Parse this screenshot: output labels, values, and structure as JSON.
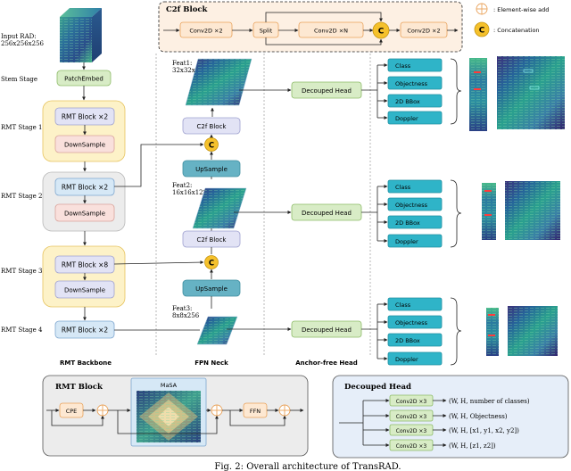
{
  "c2f": {
    "title": "C2f Block",
    "conv_a": "Conv2D ×2",
    "split": "Split",
    "conv_n": "Conv2D ×N",
    "concat": "C",
    "conv_b": "Conv2D ×2"
  },
  "legend": {
    "add_label": ": Element-wise add",
    "concat_symbol": "C",
    "concat_label": ": Concatenation"
  },
  "backbone": {
    "input_label_1": "Input RAD:",
    "input_label_2": "256x256x256",
    "stage_labels": [
      "Stem Stage",
      "RMT Stage 1",
      "RMT Stage 2",
      "RMT Stage 3",
      "RMT Stage 4"
    ],
    "patch_embed": "PatchEmbed",
    "rmt_blocks": [
      "RMT Block ×2",
      "RMT Block ×2",
      "RMT Block ×8",
      "RMT Block ×2"
    ],
    "down_samples": [
      "DownSample",
      "DownSample",
      "DownSample"
    ],
    "section_label": "RMT  Backbone"
  },
  "neck": {
    "feat1": [
      "Feat1:",
      "32x32x64"
    ],
    "feat2": [
      "Feat2:",
      "16x16x128"
    ],
    "feat3": [
      "Feat3:",
      "8x8x256"
    ],
    "c2f_labels": [
      "C2f Block",
      "C2f Block"
    ],
    "upsample_labels": [
      "UpSample",
      "UpSample"
    ],
    "concat_symbol": "C",
    "section_label": "FPN Neck"
  },
  "head": {
    "decoupled_labels": [
      "Decouped Head",
      "Decouped Head",
      "Decouped Head"
    ],
    "outputs_1": [
      "Class",
      "Objectness",
      "2D BBox",
      "Doppler"
    ],
    "outputs_2": [
      "Class",
      "Objectness",
      "2D BBox",
      "Doppler"
    ],
    "outputs_3": [
      "Class",
      "Objectness",
      "2D BBox",
      "Doppler"
    ],
    "section_label": "Anchor-free Head"
  },
  "rmt_detail": {
    "title": "RMT Block",
    "cpe": "CPE",
    "masa": "MaSA",
    "ffn": "FFN"
  },
  "head_detail": {
    "title": "Decouped Head",
    "conv_labels": [
      "Conv2D ×3",
      "Conv2D ×3",
      "Conv2D ×3",
      "Conv2D ×3"
    ],
    "outputs": [
      "(W, H, number of classes)",
      "(W, H, Objectness)",
      "(W, H, [x1, y1, x2, y2])",
      "(W, H, [z1, z2])"
    ]
  },
  "caption": "Fig. 2: Overall architecture of TransRAD.",
  "colors": {
    "orange_fill": "#fde8d2",
    "orange_stroke": "#e9a25a",
    "green_fill": "#d8ecc6",
    "green_stroke": "#8dbb67",
    "yellow_fill": "#fdf2c8",
    "yellow_stroke": "#e6c35e",
    "blue_fill": "#d6e8f6",
    "blue_stroke": "#7ea6cf",
    "pink_fill": "#f9e0dc",
    "pink_stroke": "#d9a39b",
    "lavender_fill": "#e2e3f5",
    "lavender_stroke": "#9fa1cf",
    "gray_fill": "#ececec",
    "cyan_fill": "#2fb4c8",
    "cyan_stroke": "#1f8fa0",
    "teal_fill": "#66b2c4",
    "teal_stroke": "#3f8ea0",
    "concat_fill": "#f5c12c"
  }
}
